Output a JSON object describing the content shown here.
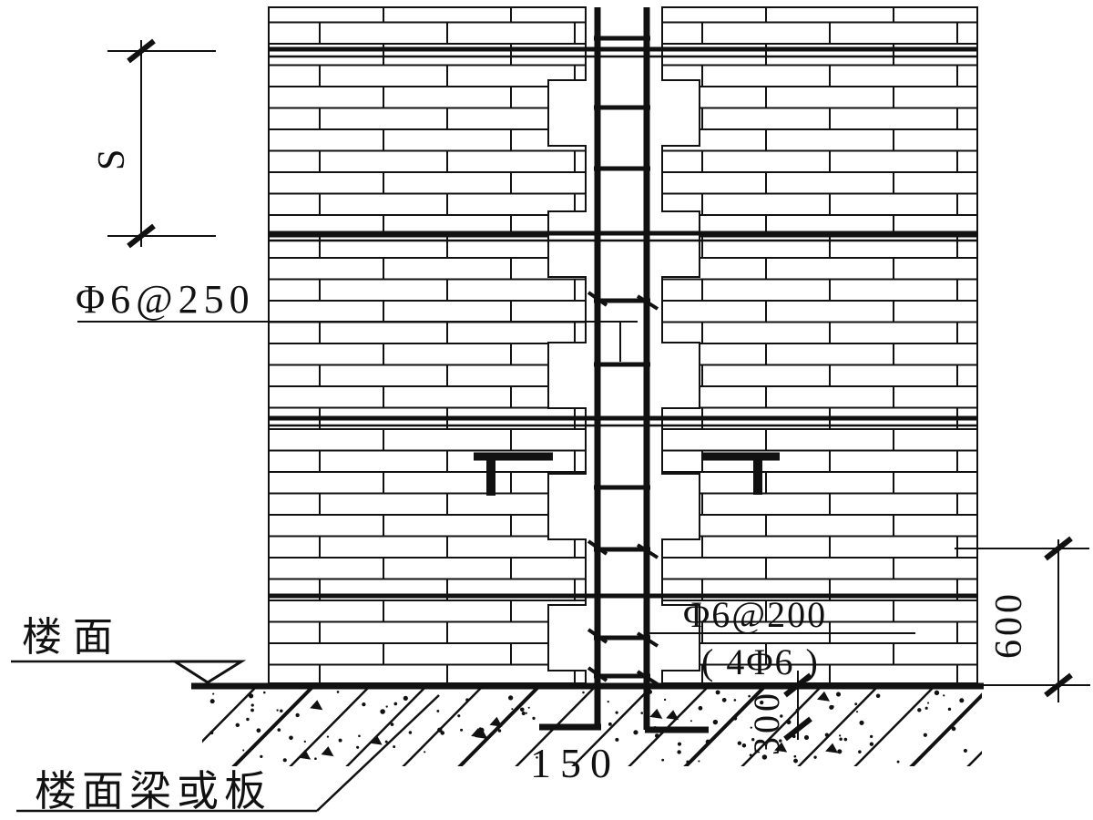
{
  "labels": {
    "upper_rebar": "Φ6@250",
    "lower_rebar": "Φ6@200",
    "lower_rebar_note": "( 4Φ6 )",
    "floor": "楼面",
    "floor_beam_or_slab": "楼面梁或板"
  },
  "dimensions": {
    "rebar_spacing": "S",
    "strengthened_zone_height": "600",
    "anchor_depth": "300",
    "hook_extension": "150"
  },
  "colors": {
    "ink": "#111111",
    "paper": "#ffffff"
  }
}
